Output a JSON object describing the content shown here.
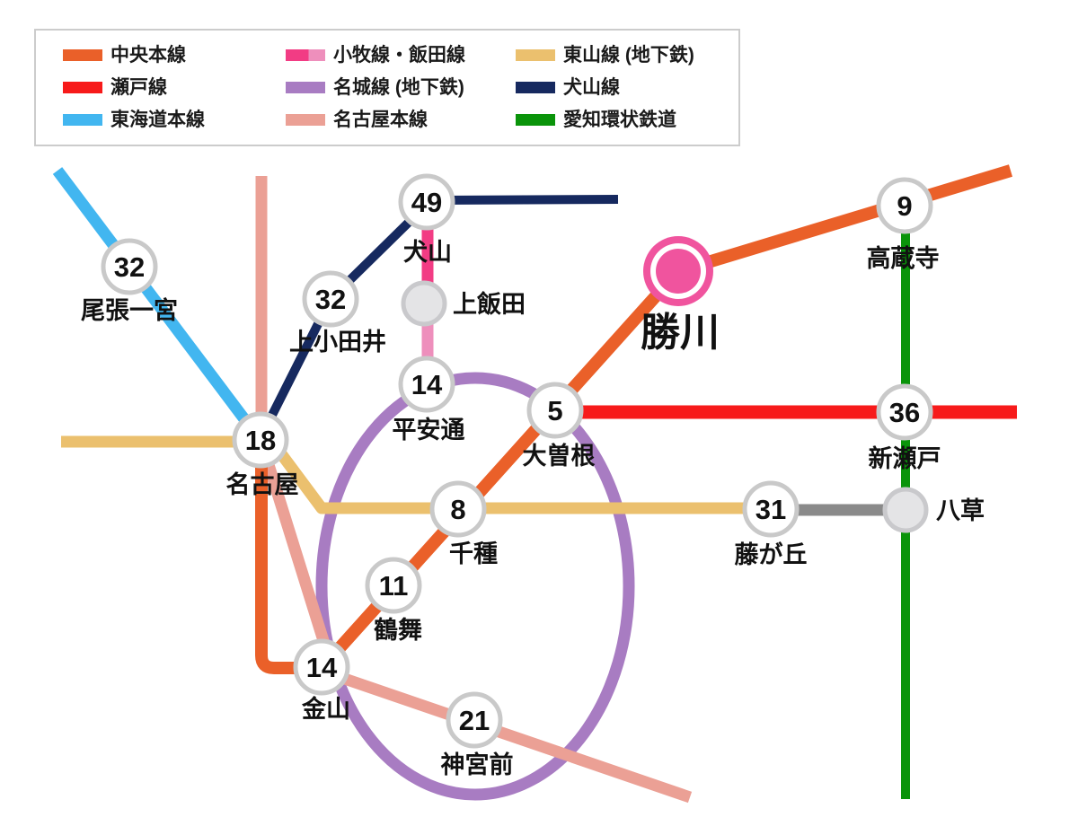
{
  "legend": {
    "items": [
      {
        "id": "chuo",
        "label": "中央本線",
        "swatch_style": "background:#EA6029"
      },
      {
        "id": "seto",
        "label": "瀬戸線",
        "swatch_style": "background:#F71A1A"
      },
      {
        "id": "tokaido",
        "label": "東海道本線",
        "swatch_style": "background:#42B6F0"
      },
      {
        "id": "komaki-iida",
        "label": "小牧線・飯田線",
        "swatch_style": "background:linear-gradient(90deg,#F23C84 0%,#F23C84 58%,#EE8FBC 58%,#EE8FBC 100%)"
      },
      {
        "id": "meijo",
        "label": "名城線 (地下鉄)",
        "swatch_style": "background:#A87CC2"
      },
      {
        "id": "meitetsu",
        "label": "名古屋本線",
        "swatch_style": "background:#EBA095"
      },
      {
        "id": "higashiyama",
        "label": "東山線 (地下鉄)",
        "swatch_style": "background:#EBC06E"
      },
      {
        "id": "inuyama",
        "label": "犬山線",
        "swatch_style": "background:#16295F"
      },
      {
        "id": "aikan",
        "label": "愛知環状鉄道",
        "swatch_style": "background:#0A940A"
      }
    ]
  },
  "lines": {
    "chuo": {
      "color": "#EA6029"
    },
    "seto": {
      "color": "#F71A1A"
    },
    "tokaido": {
      "color": "#42B6F0"
    },
    "komaki": {
      "color": "#F23C84"
    },
    "kamiiida": {
      "color": "#EE8FBC"
    },
    "meijo": {
      "color": "#A87CC2"
    },
    "meitetsu": {
      "color": "#EBA095"
    },
    "higashiyama": {
      "color": "#EBC06E"
    },
    "inuyama": {
      "color": "#16295F"
    },
    "aikan": {
      "color": "#0A940A"
    },
    "unlabeled_gray": {
      "color": "#8A8A8A"
    }
  },
  "palette": {
    "badge_fill": "#FFFFFF",
    "badge_ring": "#C9C9C9",
    "plain_station_fill": "#E4E4E6",
    "plain_station_ring": "#C9C9CC",
    "kachigawa_pink": "#F0549E",
    "label_color": "#111111"
  },
  "stations": {
    "owari_ichinomiya": {
      "name": "尾張一宮",
      "minutes": "32"
    },
    "kami_otai": {
      "name": "上小田井",
      "minutes": "32"
    },
    "inuyama": {
      "name": "犬山",
      "minutes": "49"
    },
    "kamiiida": {
      "name": "上飯田"
    },
    "heian_dori": {
      "name": "平安通",
      "minutes": "14"
    },
    "nagoya": {
      "name": "名古屋",
      "minutes": "18"
    },
    "ozone": {
      "name": "大曽根",
      "minutes": "5"
    },
    "chikusa": {
      "name": "千種",
      "minutes": "8"
    },
    "tsurumai": {
      "name": "鶴舞",
      "minutes": "11"
    },
    "kanayama": {
      "name": "金山",
      "minutes": "14"
    },
    "jingu_mae": {
      "name": "神宮前",
      "minutes": "21"
    },
    "kachigawa": {
      "name": "勝川"
    },
    "kozoji": {
      "name": "高蔵寺",
      "minutes": "9"
    },
    "shin_seto": {
      "name": "新瀬戸",
      "minutes": "36"
    },
    "fujigaoka": {
      "name": "藤が丘",
      "minutes": "31"
    },
    "yakusa": {
      "name": "八草"
    }
  }
}
